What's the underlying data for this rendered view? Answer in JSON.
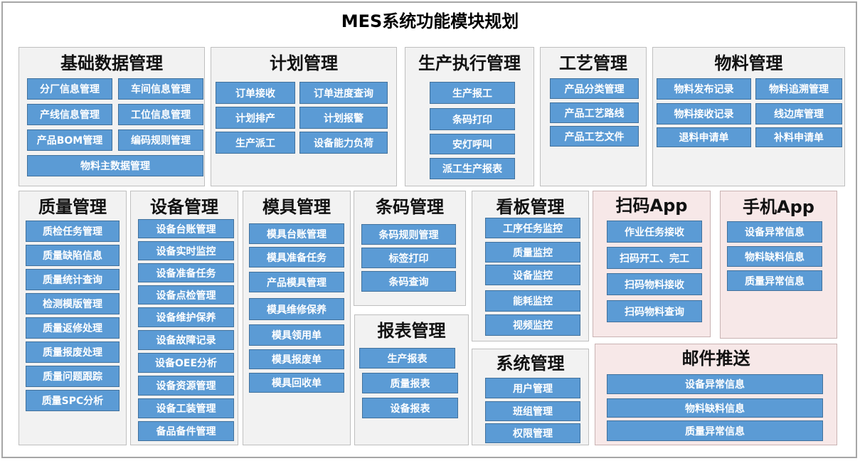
{
  "title": "MES系统功能模块规划",
  "colors": {
    "module_bg": "#f2f2f2",
    "pink_bg": "#f7e8e8",
    "button_fill": "#5b9bd5",
    "button_border": "#41719c",
    "frame_border": "#a6a6a6"
  },
  "modules": {
    "basic": {
      "title": "基础数据管理",
      "items": [
        "分厂信息管理",
        "车间信息管理",
        "产线信息管理",
        "工位信息管理",
        "产品BOM管理",
        "编码规则管理",
        "物料主数据管理"
      ]
    },
    "plan": {
      "title": "计划管理",
      "items": [
        "订单接收",
        "订单进度查询",
        "计划排产",
        "计划报警",
        "生产派工",
        "设备能力负荷"
      ]
    },
    "exec": {
      "title": "生产执行管理",
      "items": [
        "生产报工",
        "条码打印",
        "安灯呼叫",
        "派工生产报表"
      ]
    },
    "craft": {
      "title": "工艺管理",
      "items": [
        "产品分类管理",
        "产品工艺路线",
        "产品工艺文件"
      ]
    },
    "material": {
      "title": "物料管理",
      "items": [
        "物料发布记录",
        "物料追溯管理",
        "物料接收记录",
        "线边库管理",
        "退料申请单",
        "补料申请单"
      ]
    },
    "quality": {
      "title": "质量管理",
      "items": [
        "质检任务管理",
        "质量缺陷信息",
        "质量统计查询",
        "检测模版管理",
        "质量返修处理",
        "质量报废处理",
        "质量问题跟踪",
        "质量SPC分析"
      ]
    },
    "equipment": {
      "title": "设备管理",
      "items": [
        "设备台账管理",
        "设备实时监控",
        "设备准备任务",
        "设备点检管理",
        "设备维护保养",
        "设备故障记录",
        "设备OEE分析",
        "设备资源管理",
        "设备工装管理",
        "备品备件管理"
      ]
    },
    "mold": {
      "title": "模具管理",
      "items": [
        "模具台账管理",
        "模具准备任务",
        "产品模具管理",
        "模具维修保养",
        "模具领用单",
        "模具报废单",
        "模具回收单"
      ]
    },
    "barcode": {
      "title": "条码管理",
      "items": [
        "条码规则管理",
        "标签打印",
        "条码查询"
      ]
    },
    "report": {
      "title": "报表管理",
      "items": [
        "生产报表",
        "质量报表",
        "设备报表"
      ]
    },
    "board": {
      "title": "看板管理",
      "items": [
        "工序任务监控",
        "质量监控",
        "设备监控",
        "能耗监控",
        "视频监控"
      ]
    },
    "system": {
      "title": "系统管理",
      "items": [
        "用户管理",
        "班组管理",
        "权限管理"
      ]
    },
    "scanapp": {
      "title": "扫码App",
      "items": [
        "作业任务接收",
        "扫码开工、完工",
        "扫码物料接收",
        "扫码物料查询"
      ]
    },
    "mobileapp": {
      "title": "手机App",
      "items": [
        "设备异常信息",
        "物料缺料信息",
        "质量异常信息"
      ]
    },
    "email": {
      "title": "邮件推送",
      "items": [
        "设备异常信息",
        "物料缺料信息",
        "质量异常信息"
      ]
    }
  }
}
